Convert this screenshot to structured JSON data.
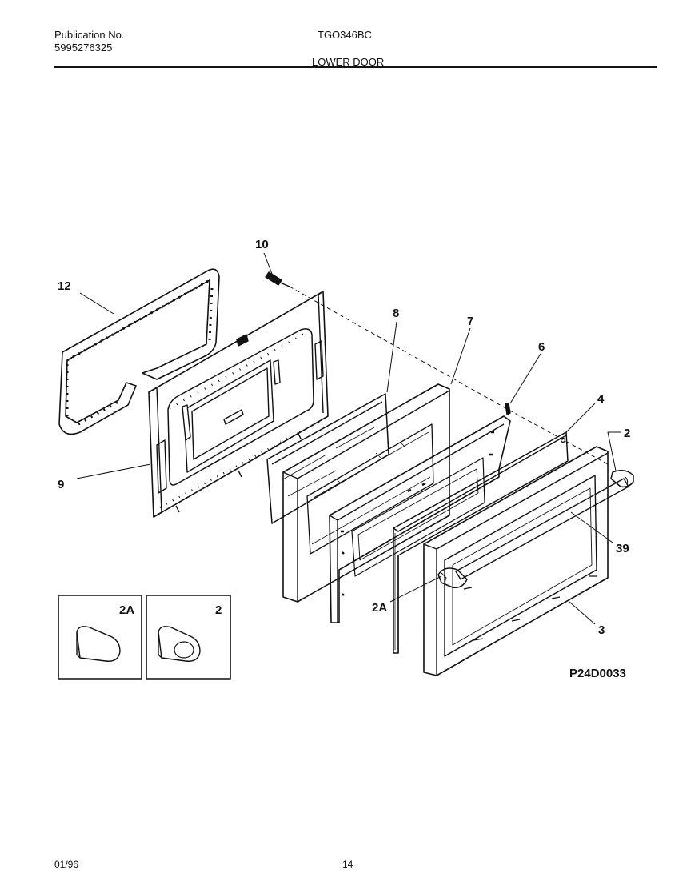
{
  "header": {
    "pub_label": "Publication No.",
    "pub_number": "5995276325",
    "model": "TGO346BC",
    "section": "LOWER DOOR"
  },
  "callouts": {
    "c10": "10",
    "c12": "12",
    "c8": "8",
    "c7": "7",
    "c6": "6",
    "c4": "4",
    "c2": "2",
    "c9": "9",
    "c39": "39",
    "c2a": "2A",
    "c3": "3"
  },
  "insets": {
    "left_label": "2A",
    "right_label": "2"
  },
  "diagram_code": "P24D0033",
  "footer": {
    "date": "01/96",
    "page": "14"
  }
}
